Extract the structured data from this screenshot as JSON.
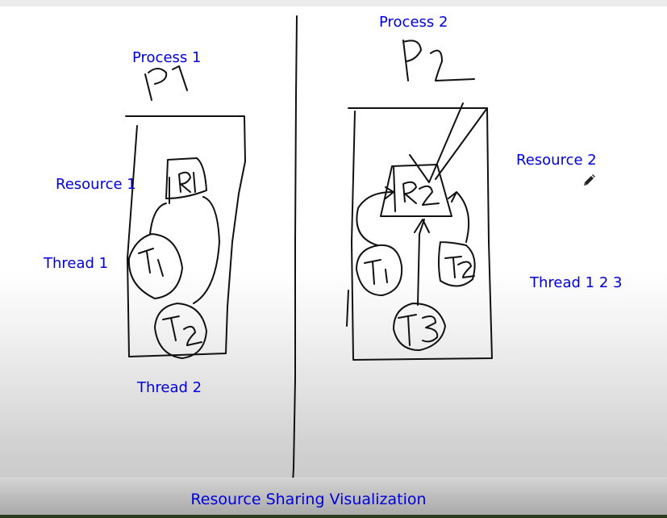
{
  "labels": {
    "process_1": "Process 1",
    "process_2": "Process 2",
    "resource_1": "Resource 1",
    "resource_2": "Resource 2",
    "thread_1": "Thread 1",
    "thread_2": "Thread 2",
    "thread_1_2_3": "Thread 1 2 3"
  },
  "caption": "Resource Sharing Visualization",
  "colors": {
    "label_blue": "#0000e0",
    "ink": "#111111"
  },
  "icons": {
    "tool": "pencil-icon"
  }
}
